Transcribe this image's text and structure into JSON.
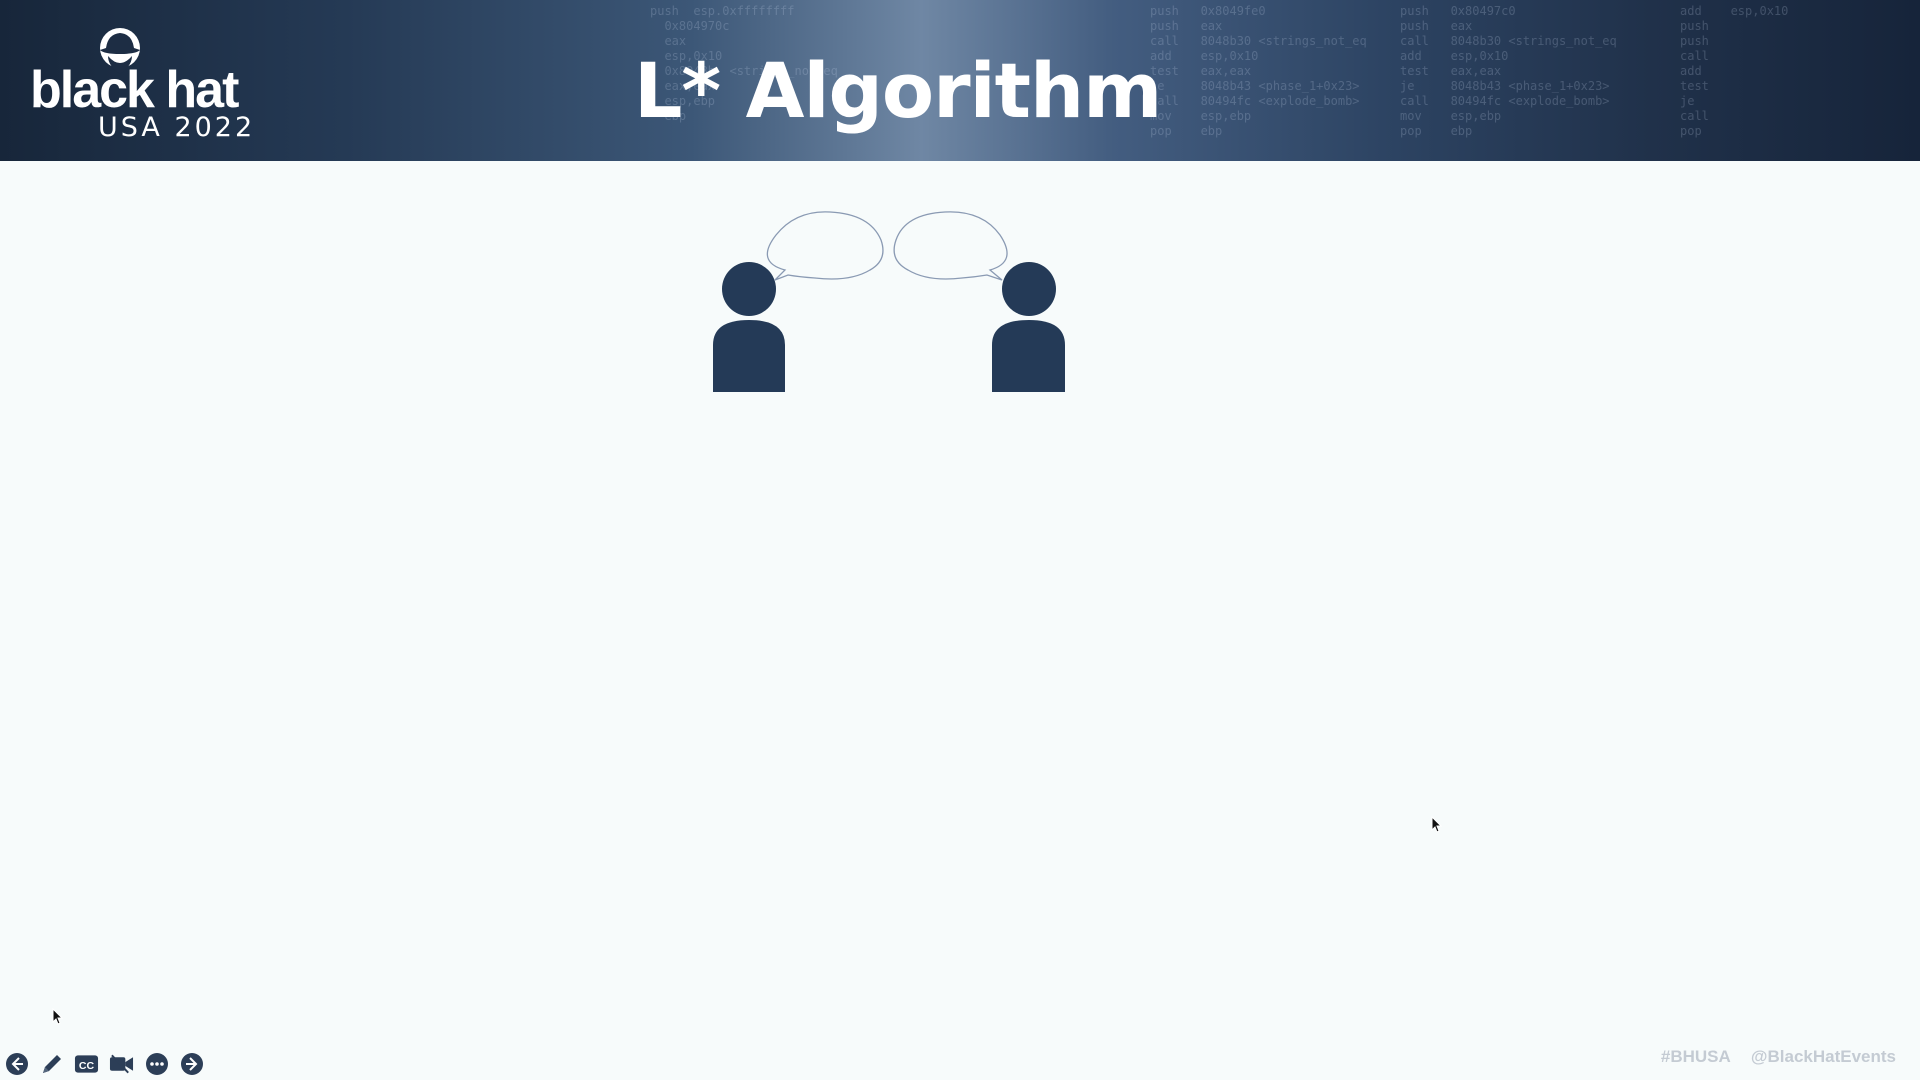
{
  "header": {
    "logo": {
      "brand": "black hat",
      "edition": "USA 2022"
    },
    "title": "L* Algorithm"
  },
  "illustration": {
    "left_person_icon": "person-icon",
    "right_person_icon": "person-icon",
    "bubble_icon": "speech-bubble-icon"
  },
  "controls": {
    "prev_icon": "arrow-left-circle-icon",
    "pen_icon": "pen-icon",
    "captions_label": "CC",
    "camera_icon": "video-camera-icon",
    "more_icon": "more-dots-icon",
    "next_icon": "arrow-right-circle-icon"
  },
  "footer": {
    "hashtag": "#BHUSA",
    "handle": "@BlackHatEvents"
  },
  "colors": {
    "header_dark": "#17263a",
    "person_fill": "#243a57",
    "bubble_stroke": "#8a9ab3",
    "slide_bg": "#f7fbfb",
    "footer_text": "#c4cbd3"
  }
}
